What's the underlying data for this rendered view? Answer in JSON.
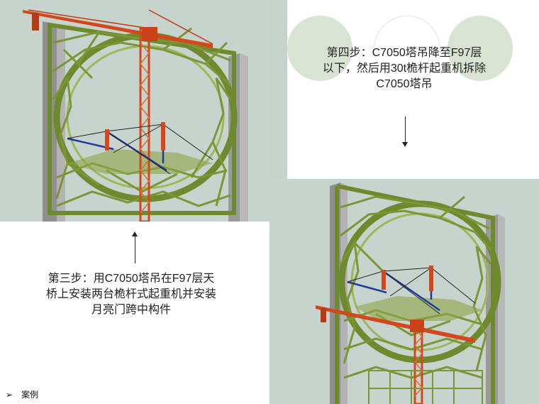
{
  "step3": {
    "text": "第三步：用C7050塔吊在F97层天\n桥上安装两台桅杆式起重机并安装\n月亮门跨中构件"
  },
  "step4": {
    "text": "第四步：C7050塔吊降至F97层\n以下，然后用30t桅杆起重机拆除\nC7050塔吊"
  },
  "footer": {
    "bullet": "➢",
    "label": "案例"
  },
  "colors": {
    "truss": "#6f8a2e",
    "truss_light": "#9fb65a",
    "crane": "#d2481c",
    "column": "#8c8c8c",
    "background": "#c7d3cd"
  }
}
